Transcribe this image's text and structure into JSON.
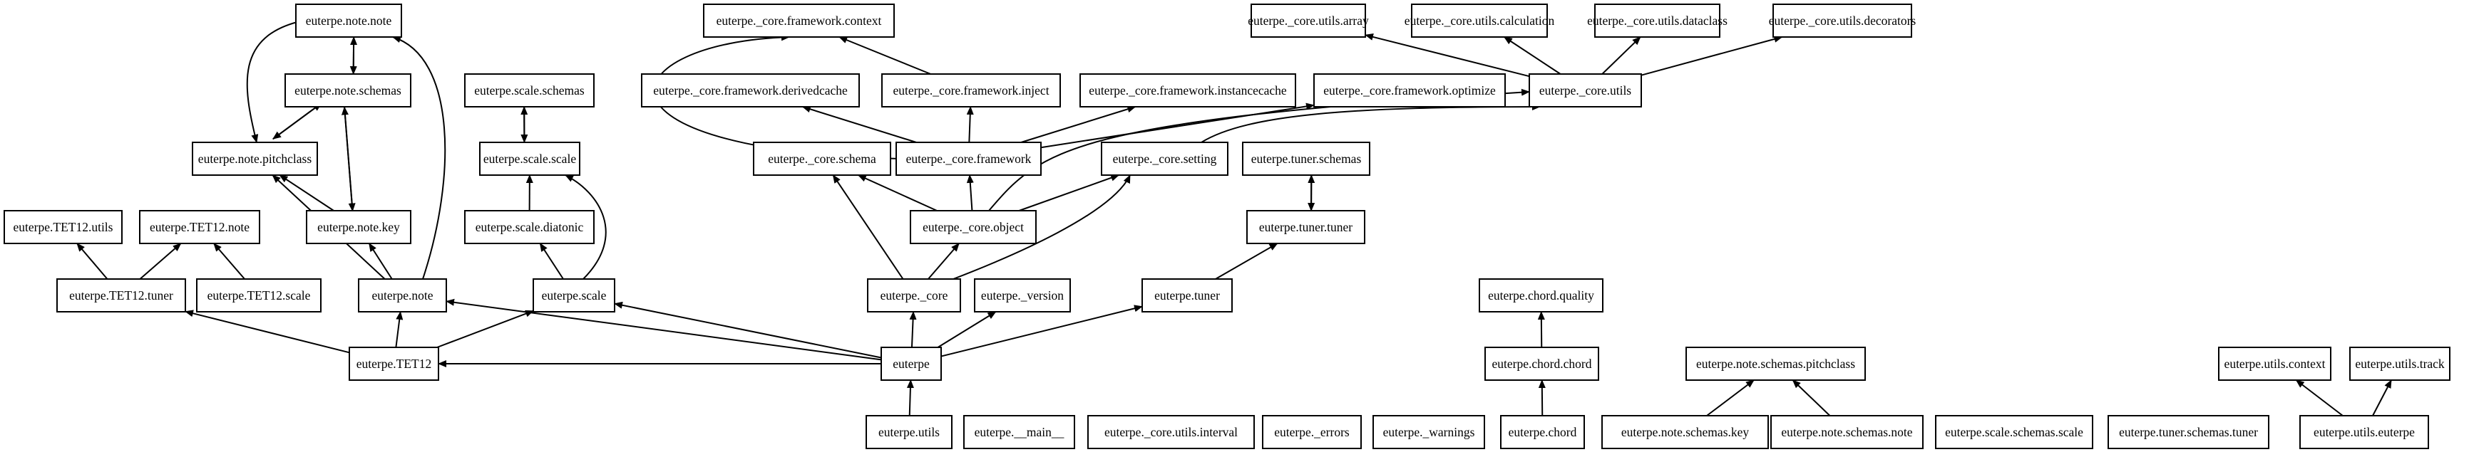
{
  "nodes": [
    {
      "id": "n1",
      "label": "euterpe.note.note"
    },
    {
      "id": "n2",
      "label": "euterpe._core.framework.context"
    },
    {
      "id": "n3",
      "label": "euterpe._core.utils.array"
    },
    {
      "id": "n4",
      "label": "euterpe._core.utils.calculation"
    },
    {
      "id": "n5",
      "label": "euterpe._core.utils.dataclass"
    },
    {
      "id": "n6",
      "label": "euterpe._core.utils.decorators"
    },
    {
      "id": "n7",
      "label": "euterpe.note.schemas"
    },
    {
      "id": "n8",
      "label": "euterpe.scale.schemas"
    },
    {
      "id": "n9",
      "label": "euterpe._core.framework.derivedcache"
    },
    {
      "id": "n10",
      "label": "euterpe._core.framework.inject"
    },
    {
      "id": "n11",
      "label": "euterpe._core.framework.instancecache"
    },
    {
      "id": "n12",
      "label": "euterpe._core.framework.optimize"
    },
    {
      "id": "n13",
      "label": "euterpe._core.utils"
    },
    {
      "id": "n14",
      "label": "euterpe.note.pitchclass"
    },
    {
      "id": "n15",
      "label": "euterpe.scale.scale"
    },
    {
      "id": "n16",
      "label": "euterpe._core.schema"
    },
    {
      "id": "n17",
      "label": "euterpe._core.framework"
    },
    {
      "id": "n18",
      "label": "euterpe._core.setting"
    },
    {
      "id": "n19",
      "label": "euterpe.tuner.schemas"
    },
    {
      "id": "n20",
      "label": "euterpe.TET12.utils"
    },
    {
      "id": "n21",
      "label": "euterpe.TET12.note"
    },
    {
      "id": "n22",
      "label": "euterpe.note.key"
    },
    {
      "id": "n23",
      "label": "euterpe.scale.diatonic"
    },
    {
      "id": "n24",
      "label": "euterpe._core.object"
    },
    {
      "id": "n25",
      "label": "euterpe.tuner.tuner"
    },
    {
      "id": "n26",
      "label": "euterpe.TET12.tuner"
    },
    {
      "id": "n27",
      "label": "euterpe.TET12.scale"
    },
    {
      "id": "n28",
      "label": "euterpe.note"
    },
    {
      "id": "n29",
      "label": "euterpe.scale"
    },
    {
      "id": "n30",
      "label": "euterpe._core"
    },
    {
      "id": "n31",
      "label": "euterpe._version"
    },
    {
      "id": "n32",
      "label": "euterpe.tuner"
    },
    {
      "id": "n33",
      "label": "euterpe.chord.quality"
    },
    {
      "id": "n34",
      "label": "euterpe.TET12"
    },
    {
      "id": "n35",
      "label": "euterpe"
    },
    {
      "id": "n36",
      "label": "euterpe.chord.chord"
    },
    {
      "id": "n37",
      "label": "euterpe.note.schemas.pitchclass"
    },
    {
      "id": "n38",
      "label": "euterpe.utils.context"
    },
    {
      "id": "n39",
      "label": "euterpe.utils.track"
    },
    {
      "id": "n40",
      "label": "euterpe.utils"
    },
    {
      "id": "n41",
      "label": "euterpe.__main__"
    },
    {
      "id": "n42",
      "label": "euterpe._core.utils.interval"
    },
    {
      "id": "n43",
      "label": "euterpe._errors"
    },
    {
      "id": "n44",
      "label": "euterpe._warnings"
    },
    {
      "id": "n45",
      "label": "euterpe.chord"
    },
    {
      "id": "n46",
      "label": "euterpe.note.schemas.key"
    },
    {
      "id": "n47",
      "label": "euterpe.note.schemas.note"
    },
    {
      "id": "n48",
      "label": "euterpe.scale.schemas.scale"
    },
    {
      "id": "n49",
      "label": "euterpe.tuner.schemas.tuner"
    },
    {
      "id": "n50",
      "label": "euterpe.utils.euterpe"
    }
  ],
  "edges": [
    {
      "from": "n40",
      "to": "n35"
    },
    {
      "from": "n35",
      "to": "n34"
    },
    {
      "from": "n35",
      "to": "n28"
    },
    {
      "from": "n35",
      "to": "n29"
    },
    {
      "from": "n35",
      "to": "n30"
    },
    {
      "from": "n35",
      "to": "n31"
    },
    {
      "from": "n35",
      "to": "n32"
    },
    {
      "from": "n34",
      "to": "n26"
    },
    {
      "from": "n34",
      "to": "n28"
    },
    {
      "from": "n34",
      "to": "n29"
    },
    {
      "from": "n26",
      "to": "n20"
    },
    {
      "from": "n26",
      "to": "n21"
    },
    {
      "from": "n27",
      "to": "n21"
    },
    {
      "from": "n28",
      "to": "n14"
    },
    {
      "from": "n28",
      "to": "n22"
    },
    {
      "from": "n28",
      "to": "n1"
    },
    {
      "from": "n29",
      "to": "n23"
    },
    {
      "from": "n29",
      "to": "n15"
    },
    {
      "from": "n23",
      "to": "n15"
    },
    {
      "from": "n15",
      "to": "n8"
    },
    {
      "from": "n8",
      "to": "n15"
    },
    {
      "from": "n22",
      "to": "n14"
    },
    {
      "from": "n22",
      "to": "n7"
    },
    {
      "from": "n7",
      "to": "n22"
    },
    {
      "from": "n7",
      "to": "n14"
    },
    {
      "from": "n14",
      "to": "n7"
    },
    {
      "from": "n7",
      "to": "n1"
    },
    {
      "from": "n1",
      "to": "n7"
    },
    {
      "from": "n1",
      "to": "n14"
    },
    {
      "from": "n30",
      "to": "n24"
    },
    {
      "from": "n30",
      "to": "n16"
    },
    {
      "from": "n30",
      "to": "n18"
    },
    {
      "from": "n24",
      "to": "n17"
    },
    {
      "from": "n24",
      "to": "n16"
    },
    {
      "from": "n24",
      "to": "n18"
    },
    {
      "from": "n24",
      "to": "n13"
    },
    {
      "from": "n17",
      "to": "n9"
    },
    {
      "from": "n17",
      "to": "n10"
    },
    {
      "from": "n17",
      "to": "n11"
    },
    {
      "from": "n17",
      "to": "n12"
    },
    {
      "from": "n17",
      "to": "n2"
    },
    {
      "from": "n10",
      "to": "n2"
    },
    {
      "from": "n18",
      "to": "n13"
    },
    {
      "from": "n13",
      "to": "n3"
    },
    {
      "from": "n13",
      "to": "n4"
    },
    {
      "from": "n13",
      "to": "n5"
    },
    {
      "from": "n13",
      "to": "n6"
    },
    {
      "from": "n32",
      "to": "n25"
    },
    {
      "from": "n25",
      "to": "n19"
    },
    {
      "from": "n19",
      "to": "n25"
    },
    {
      "from": "n45",
      "to": "n36"
    },
    {
      "from": "n36",
      "to": "n33"
    },
    {
      "from": "n46",
      "to": "n37"
    },
    {
      "from": "n47",
      "to": "n37"
    },
    {
      "from": "n50",
      "to": "n38"
    },
    {
      "from": "n50",
      "to": "n39"
    }
  ]
}
